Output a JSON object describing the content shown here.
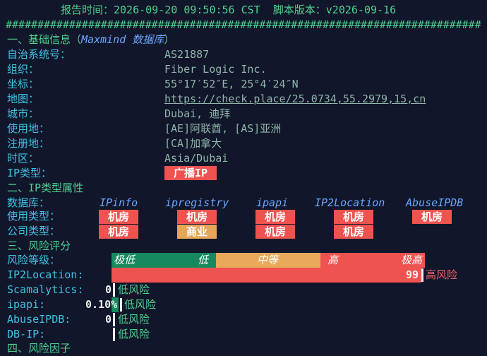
{
  "header": {
    "report_time": "报告时间：2026-09-20 09:50:56 CST  脚本版本：v2026-09-16",
    "separator": "###########################################################################"
  },
  "section1": {
    "title": "一、基础信息（",
    "title_db": "Maxmind 数据库",
    "title_close": "）",
    "rows": [
      {
        "label": "自治系统号：",
        "value": "AS21887"
      },
      {
        "label": "组织：",
        "value": "Fiber Logic Inc."
      },
      {
        "label": "坐标：",
        "value": "55°17′52″E, 25°4′24″N"
      },
      {
        "label": "地图：",
        "value": "https://check.place/25.0734,55.2979,15,cn"
      },
      {
        "label": "城市：",
        "value": "Dubai, 迪拜"
      },
      {
        "label": "使用地：",
        "value": "[AE]阿联酋, [AS]亚洲"
      },
      {
        "label": "注册地：",
        "value": "[CA]加拿大"
      },
      {
        "label": "时区：",
        "value": "Asia/Dubai"
      },
      {
        "label": "IP类型：",
        "value": "广播IP"
      }
    ]
  },
  "section2": {
    "title": "二、IP类型属性",
    "db_label": "数据库：",
    "usage_label": "使用类型：",
    "company_label": "公司类型：",
    "dbs": [
      "IPinfo",
      "ipregistry",
      "ipapi",
      "IP2Location",
      "AbuseIPDB"
    ],
    "usage": [
      "机房",
      "机房",
      "机房",
      "机房",
      "机房"
    ],
    "company": [
      "机房",
      "商业",
      "机房",
      "机房",
      ""
    ]
  },
  "section3": {
    "title": "三、风险评分",
    "level_label": "风险等级：",
    "levels": [
      "极低",
      "低",
      "中等",
      "高",
      "极高"
    ],
    "scores": [
      {
        "label": "IP2Location:",
        "value": "99",
        "risk": "高风险"
      },
      {
        "label": "Scamalytics:",
        "value": "0",
        "risk": "低风险"
      },
      {
        "label": "ipapi:",
        "value": "0.10%",
        "risk": "低风险"
      },
      {
        "label": "AbuseIPDB:",
        "value": "0",
        "risk": "低风险"
      },
      {
        "label": "DB-IP:",
        "value": "",
        "risk": "低风险"
      }
    ]
  },
  "section4": {
    "title": "四、风险因子"
  },
  "colors": {
    "background": "#11162b",
    "green": "#168a5e",
    "orange": "#e8a95b",
    "red": "#ef5350",
    "cyan": "#3ec2e3"
  }
}
